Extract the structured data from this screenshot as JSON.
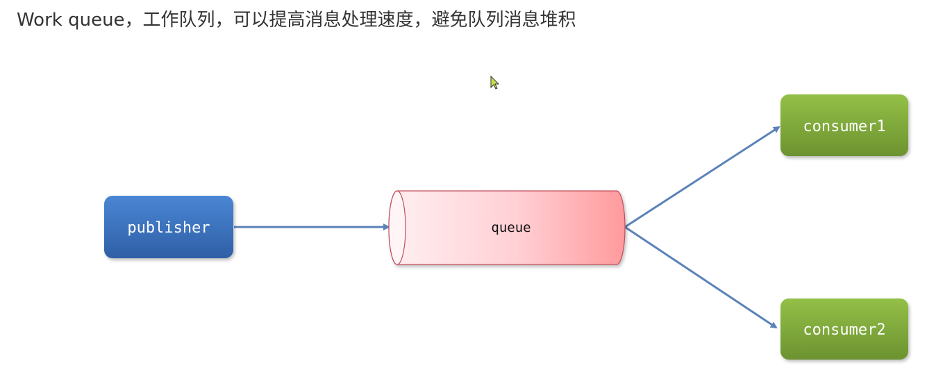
{
  "title": "Work queue，工作队列，可以提高消息处理速度，避免队列消息堆积",
  "diagram": {
    "publisher": {
      "label": "publisher",
      "color": "#3a72bf"
    },
    "queue": {
      "label": "queue",
      "color": "#ff9a9a"
    },
    "consumer1": {
      "label": "consumer1",
      "color": "#7fa83a"
    },
    "consumer2": {
      "label": "consumer2",
      "color": "#7fa83a"
    },
    "arrow_color": "#5b82b8"
  }
}
